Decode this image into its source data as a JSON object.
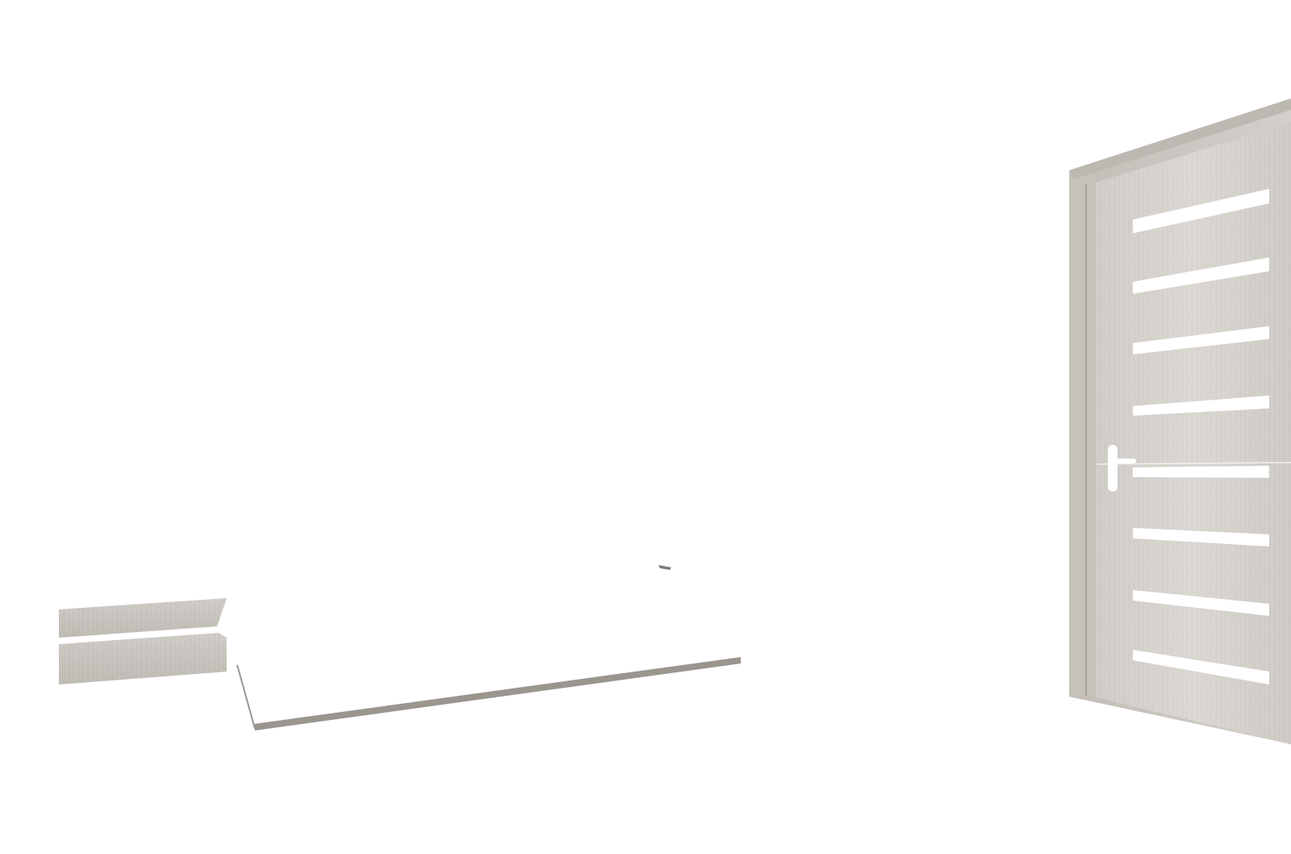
{
  "scene": {
    "background": "#ffffff",
    "colors": {
      "wood_light": "#d6d2cd",
      "wood_mid": "#c9c5c0",
      "wood_dark": "#b8b3ad",
      "frame_edge": "#a8a39d",
      "slot_glass": "#ffffff",
      "handle": "#ffffff",
      "board_edge": "#9a958f"
    },
    "objects": [
      "door",
      "door-frame",
      "door-handle",
      "glass-slots",
      "wood-board-left",
      "white-board"
    ]
  }
}
